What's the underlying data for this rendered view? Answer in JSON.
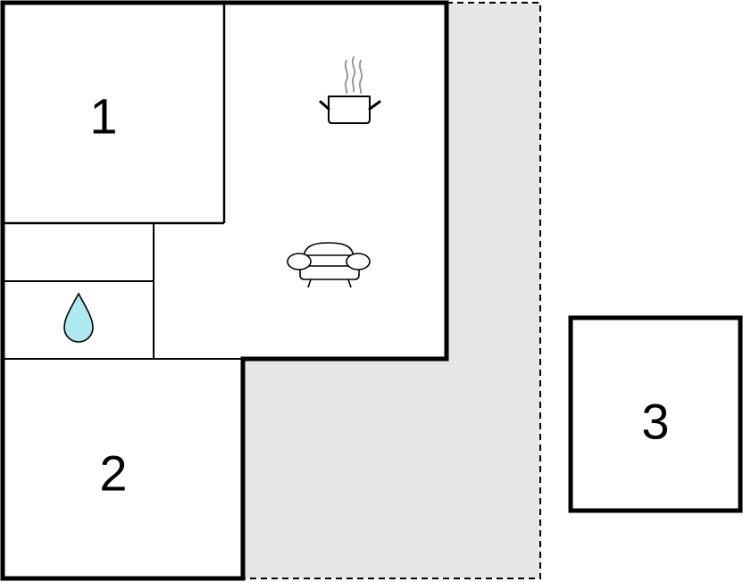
{
  "rooms": [
    {
      "label": "1"
    },
    {
      "label": "2"
    },
    {
      "label": "3"
    }
  ],
  "icons": [
    "kitchen-pot-icon",
    "sofa-icon",
    "water-drop-icon"
  ],
  "colors": {
    "wall": "#000000",
    "terrace": "#e6e6e6",
    "water": "#aee8f0"
  }
}
